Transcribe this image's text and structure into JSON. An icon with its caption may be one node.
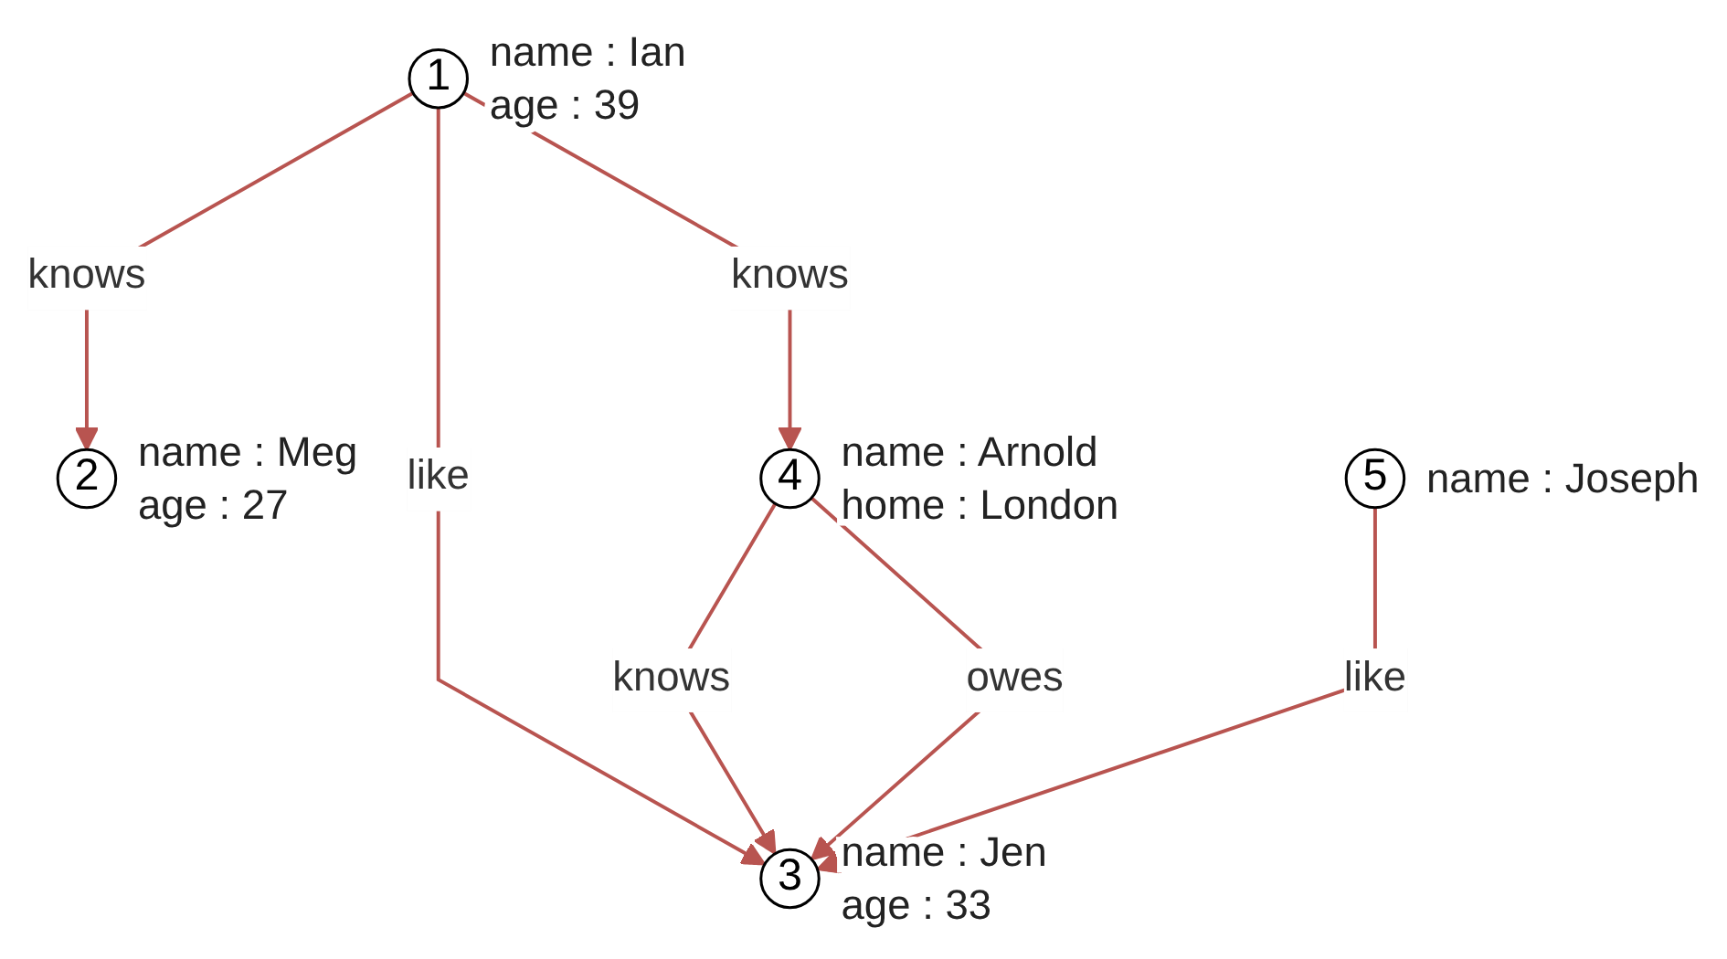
{
  "diagram": {
    "nodes": [
      {
        "text": [
          "1"
        ],
        "beside": [
          "name : Ian",
          "age : 39"
        ]
      },
      {
        "text": [
          "2"
        ],
        "beside": [
          "name : Meg",
          "age : 27"
        ]
      },
      {
        "text": [
          "3"
        ],
        "beside": [
          "name : Jen",
          "age : 33"
        ]
      },
      {
        "text": [
          "4"
        ],
        "beside": [
          "name : Arnold",
          "home : London"
        ]
      },
      {
        "text": [
          "5"
        ],
        "beside": [
          "name : Joseph"
        ]
      }
    ],
    "edges": [
      {
        "from": 0,
        "to": 2,
        "arrow": "to",
        "label": "like"
      },
      {
        "from": 0,
        "to": 1,
        "arrow": "to",
        "label": "knows"
      },
      {
        "from": 0,
        "to": 3,
        "arrow": "to",
        "label": "knows"
      },
      {
        "from": 3,
        "to": 2,
        "arrow": "to",
        "label": "knows"
      },
      {
        "from": 3,
        "to": 2,
        "arrow": "to",
        "label": "owes"
      },
      {
        "from": 4,
        "to": 2,
        "arrow": "to",
        "label": "like"
      }
    ]
  }
}
